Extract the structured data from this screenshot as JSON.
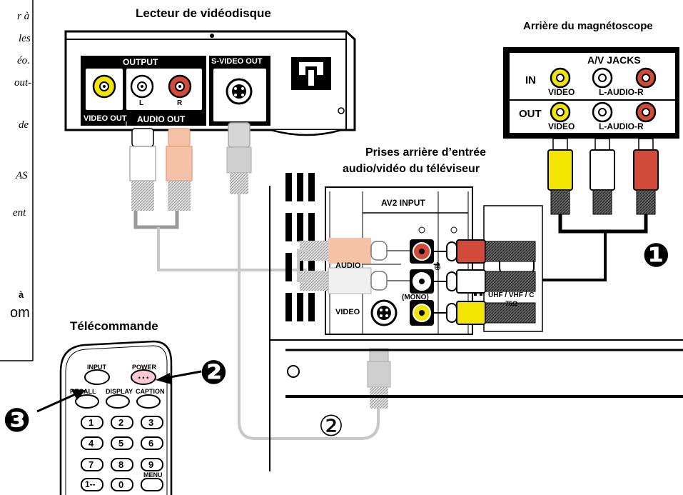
{
  "labels": {
    "disc_player": "Lecteur de vidéodisque",
    "vcr_back": "Arrière du magnétoscope",
    "tv_jacks_line1": "Prises arrière d’entrée",
    "tv_jacks_line2": "audio/vidéo du téléviseur",
    "remote": "Télécommande"
  },
  "disc_panel": {
    "output": "OUTPUT",
    "video_out": "VIDEO OUT",
    "audio_out": "AUDIO OUT",
    "left": "L",
    "right": "R",
    "svideo_out": "S-VIDEO OUT"
  },
  "vcr_panel": {
    "av_jacks": "A/V JACKS",
    "in": "IN",
    "out": "OUT",
    "video": "VIDEO",
    "audio": "L-AUDIO-R"
  },
  "tv_panel": {
    "av2_input": "AV2 INPUT",
    "audio": "AUDIO",
    "mono": "(MONO)",
    "video": "VIDEO",
    "uhf": "UHF / VHF / C",
    "ohm": "75Ω"
  },
  "remote_buttons": {
    "input": "INPUT",
    "power": "POWER",
    "recall": "RECALL",
    "display": "DISPLAY",
    "caption": "CAPTION",
    "menu": "MENU",
    "keys": [
      "1",
      "2",
      "3",
      "4",
      "5",
      "6",
      "7",
      "8",
      "9",
      "1--",
      "0"
    ]
  },
  "steps": [
    "❶",
    "❷",
    "❸",
    "②"
  ],
  "side_text": [
    "r à",
    "les",
    "éo.",
    "out-",
    "de",
    "AS",
    "ent",
    "à",
    "om"
  ],
  "colors": {
    "video_yellow": "#f2e600",
    "audio_red": "#d24a3a",
    "audio_white": "#ffffff",
    "cable_gray": "#bdbdbd",
    "panel_black": "#000000"
  }
}
